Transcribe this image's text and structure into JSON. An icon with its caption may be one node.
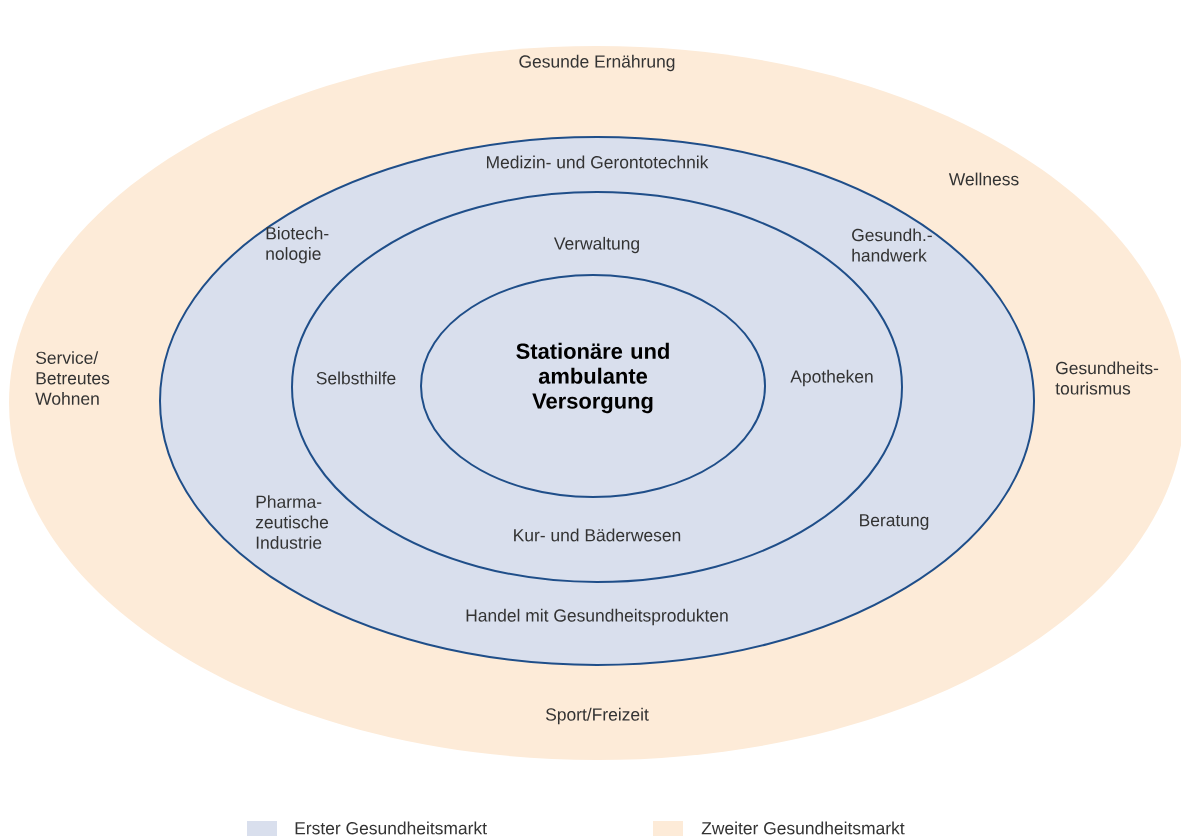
{
  "diagram": {
    "nodes": [
      {
        "text": [
          "Gesunde Ernährung",
          "Wellness",
          "Gesundheits- tourismus",
          "Sport/Freizeit",
          "Service/ Betreutes Wohnen"
        ]
      },
      {
        "text": [
          "Medizin- und Gerontotechnik",
          "Biotech- nologie",
          "Gesundh.- handwerk",
          "Pharma- zeutische Industrie",
          "Beratung",
          "Handel mit Gesundheitsprodukten"
        ],
        "in": 0
      },
      {
        "text": [
          "Verwaltung",
          "Selbsthilfe",
          "Apotheken",
          "Kur- und Bäderwesen"
        ],
        "in": 1
      },
      {
        "text": [
          "Stationäre und ambulante Versorgung"
        ],
        "in": 2
      }
    ],
    "legend": [
      {
        "text": "Erster Gesundheitsmarkt",
        "color": "#d9dfed"
      },
      {
        "text": "Zweiter Gesundheitsmarkt",
        "color": "#fdebd8"
      }
    ]
  }
}
